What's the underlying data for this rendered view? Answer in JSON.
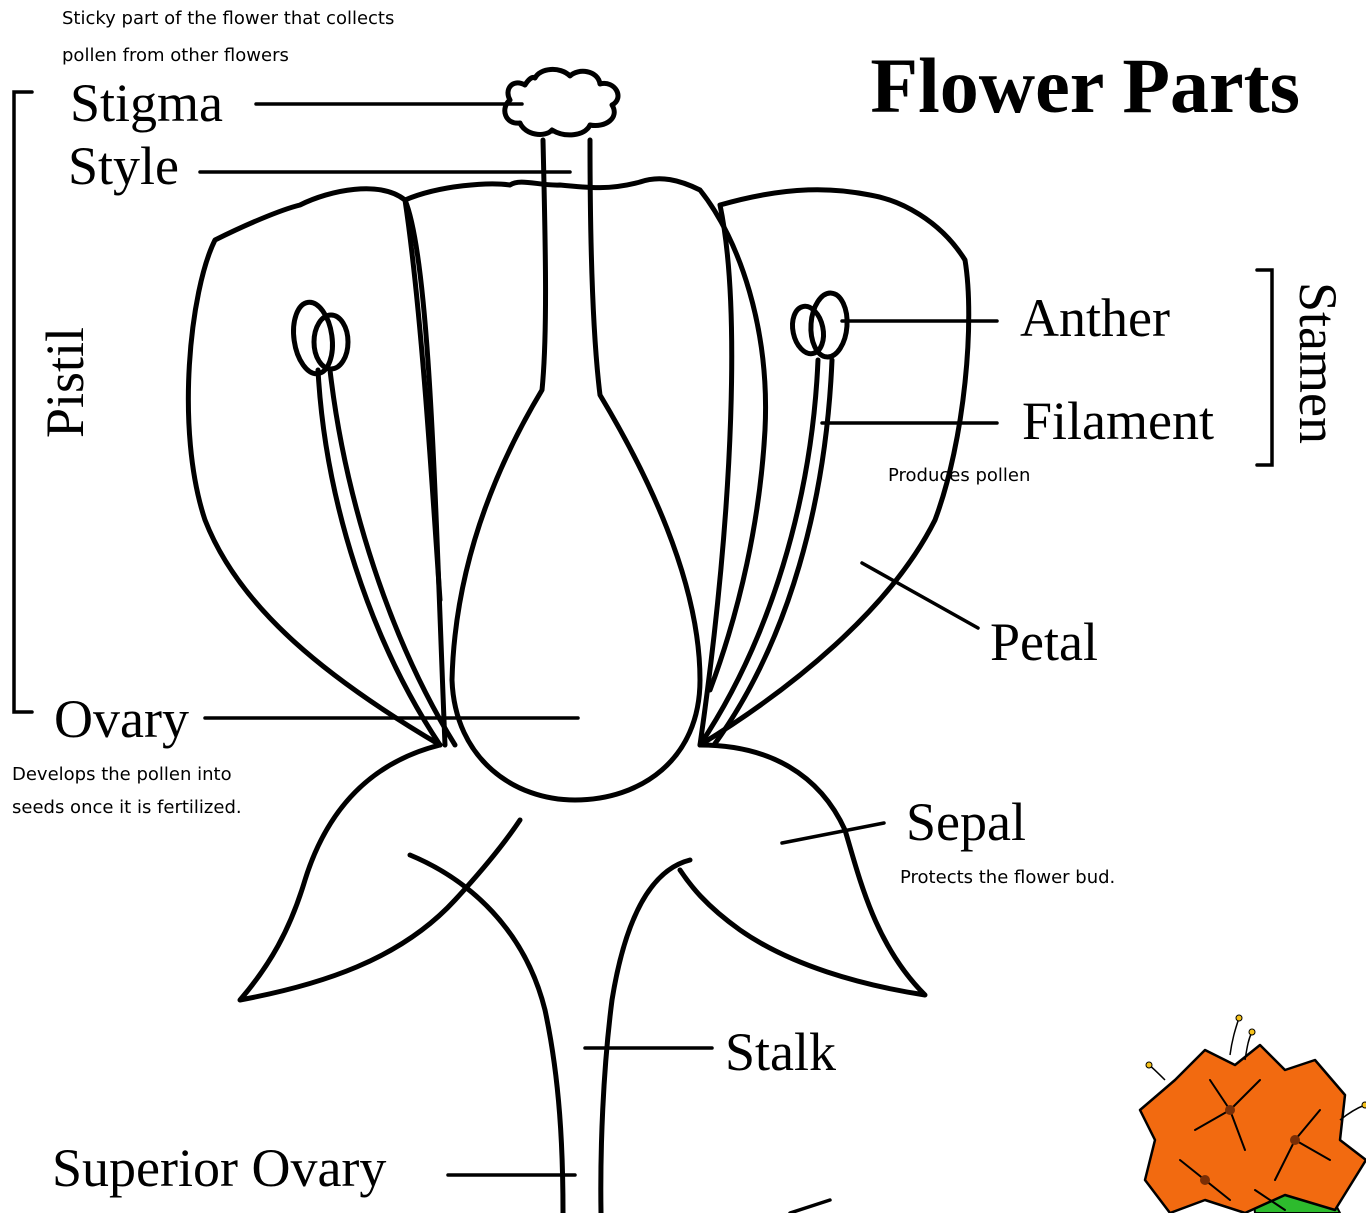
{
  "title": "Flower Parts",
  "labels": {
    "stigma": "Stigma",
    "style": "Style",
    "pistil": "Pistil",
    "ovary": "Ovary",
    "anther": "Anther",
    "filament": "Filament",
    "stamen": "Stamen",
    "petal": "Petal",
    "sepal": "Sepal",
    "stalk": "Stalk",
    "superior_ovary": "Superior Ovary"
  },
  "notes": {
    "stigma_line1": "Sticky part of the flower that collects",
    "stigma_line2": "pollen from other flowers",
    "anther": "Produces pollen",
    "ovary_line1": "Develops the pollen into",
    "ovary_line2": "seeds once it is fertilized.",
    "sepal": "Protects the flower bud."
  },
  "colors": {
    "ink": "#000000",
    "background": "#ffffff",
    "clipart_petal": "#f26a10",
    "clipart_leaf": "#2dbb2d"
  },
  "icons": {
    "corner_clipart": "orange-flower-cluster-icon"
  }
}
